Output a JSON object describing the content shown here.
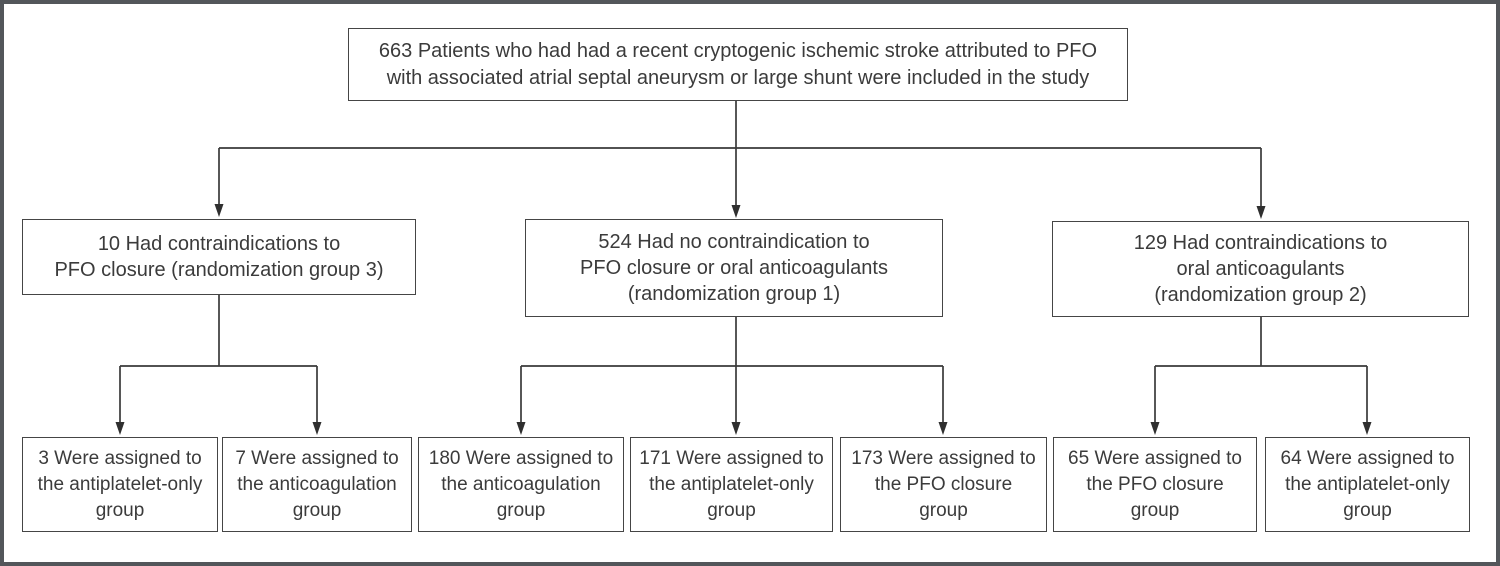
{
  "colors": {
    "frame_border": "#53565a",
    "box_border": "#454545",
    "text": "#3b3b3b",
    "connector_line": "#3a3a3a",
    "background": "#ffffff"
  },
  "diagram": {
    "top_box": {
      "lines": [
        "663 Patients who had had a recent cryptogenic ischemic stroke attributed to PFO",
        "with associated atrial septal aneurysm or large shunt were included in the study"
      ]
    },
    "mid_boxes": [
      {
        "lines": [
          "10 Had contraindications to",
          "PFO closure (randomization group 3)"
        ]
      },
      {
        "lines": [
          "524 Had no contraindication to",
          "PFO closure or oral anticoagulants",
          "(randomization group 1)"
        ]
      },
      {
        "lines": [
          "129 Had contraindications to",
          "oral anticoagulants",
          "(randomization group 2)"
        ]
      }
    ],
    "bottom_boxes": [
      {
        "lines": [
          "3 Were assigned to",
          "the antiplatelet-only",
          "group"
        ]
      },
      {
        "lines": [
          "7 Were assigned to",
          "the anticoagulation",
          "group"
        ]
      },
      {
        "lines": [
          "180 Were assigned to",
          "the anticoagulation",
          "group"
        ]
      },
      {
        "lines": [
          "171 Were assigned to",
          "the antiplatelet-only",
          "group"
        ]
      },
      {
        "lines": [
          "173 Were assigned to",
          "the PFO closure",
          "group"
        ]
      },
      {
        "lines": [
          "65 Were assigned to",
          "the PFO closure",
          "group"
        ]
      },
      {
        "lines": [
          "64 Were assigned to",
          "the antiplatelet-only",
          "group"
        ]
      }
    ]
  }
}
